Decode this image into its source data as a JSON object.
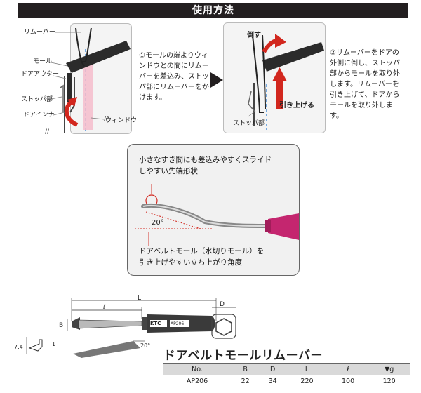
{
  "header": {
    "title": "使用方法"
  },
  "step1": {
    "labels": {
      "remover": "リムーバー",
      "mold": "モール",
      "door_outer": "ドアアウター",
      "stopper": "ストッパ部",
      "door_inner": "ドアインナー",
      "window": "ウィンドウ"
    },
    "description": "①モールの端よりウィンドウとの間にリムーバーを差込み、ストッパ部にリムーバーをかけます。"
  },
  "step2": {
    "labels": {
      "tilt": "倒す",
      "pull_up": "引き上げる",
      "stopper": "ストッパ部"
    },
    "description": "②リムーバーをドアの外側に倒し、ストッパ部からモールを取り外します。リムーバーを引き上げて、ドアからモールを取り外します。"
  },
  "callout": {
    "top_line1": "小さなすき間にも差込みやすくスライド",
    "top_line2": "しやすい先端形状",
    "angle": "20°",
    "bottom_line1": "ドアベルトモール（水切りモール）を",
    "bottom_line2": "引き上げやすい立ち上がり角度"
  },
  "drawing": {
    "L": "L",
    "l": "ℓ",
    "B": "B",
    "D": "D",
    "tip_h": "7.4",
    "tip_t": "1",
    "angle": "20°",
    "brand": "KTC",
    "model_mark": "AP206"
  },
  "product": {
    "title": "ドアベルトモールリムーバー",
    "table": {
      "headers": [
        "No.",
        "B",
        "D",
        "L",
        "ℓ",
        "▼g"
      ],
      "rows": [
        [
          "AP206",
          "22",
          "34",
          "220",
          "100",
          "120"
        ]
      ]
    }
  },
  "colors": {
    "magenta": "#c4266f",
    "red": "#d2271e",
    "pink_band": "#f4bccb"
  }
}
